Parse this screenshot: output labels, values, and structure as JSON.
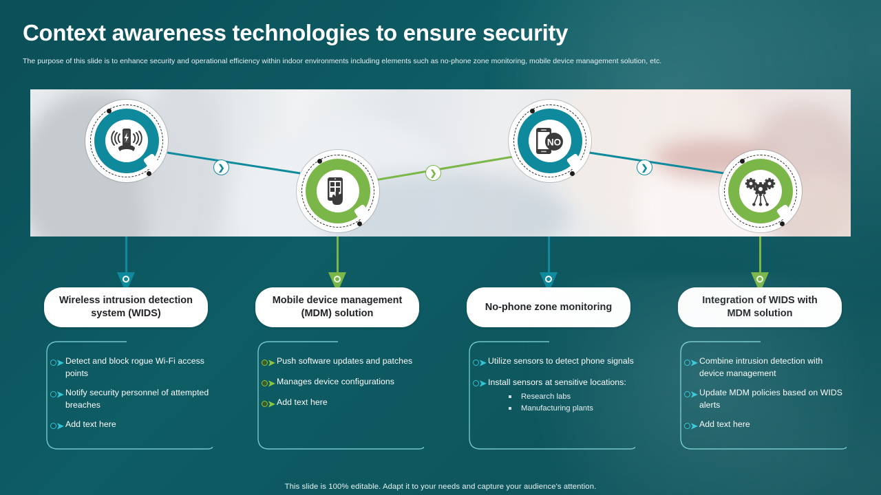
{
  "header": {
    "title": "Context awareness technologies to ensure security",
    "subtitle": "The purpose of this slide is to enhance security and operational efficiency within indoor environments including elements such as no-phone zone monitoring, mobile device management solution, etc."
  },
  "colors": {
    "background_teal": "#0d5b63",
    "accent_teal": "#0f8a9c",
    "accent_green": "#7ab648",
    "bullet_teal": "#2fc6d6",
    "bullet_green": "#8cc63f",
    "card_white": "#ffffff"
  },
  "nodes": [
    {
      "icon": "wireless-charging-phone-icon",
      "color": "#0f8a9c",
      "theme": "teal"
    },
    {
      "icon": "phone-touch-hand-icon",
      "color": "#7ab648",
      "theme": "green"
    },
    {
      "icon": "no-phone-icon",
      "color": "#0f8a9c",
      "theme": "teal"
    },
    {
      "icon": "gears-network-icon",
      "color": "#7ab648",
      "theme": "green"
    }
  ],
  "connectors": [
    {
      "icon": "arrow-right-badge-icon",
      "glyph": "❯",
      "theme": "teal"
    },
    {
      "icon": "arrow-right-badge-icon",
      "glyph": "❯",
      "theme": "green"
    },
    {
      "icon": "arrow-right-badge-icon",
      "glyph": "❯",
      "theme": "teal"
    }
  ],
  "columns": [
    {
      "theme": "teal",
      "title": "Wireless intrusion detection system (WIDS)",
      "bullets": [
        {
          "text": "Detect and block rogue Wi-Fi access points"
        },
        {
          "text": "Notify security personnel of attempted breaches"
        },
        {
          "text": "Add text here"
        }
      ]
    },
    {
      "theme": "green",
      "title": "Mobile device management (MDM) solution",
      "bullets": [
        {
          "text": "Push software updates and patches"
        },
        {
          "text": "Manages device configurations"
        },
        {
          "text": "Add text here"
        }
      ]
    },
    {
      "theme": "teal",
      "title": "No-phone zone monitoring",
      "bullets": [
        {
          "text": "Utilize sensors to detect phone signals"
        },
        {
          "text": "Install sensors at sensitive locations:",
          "sub": [
            "Research labs",
            "Manufacturing plants"
          ]
        }
      ]
    },
    {
      "theme": "green",
      "title": "Integration of WIDS with MDM solution",
      "bullets": [
        {
          "text": "Combine intrusion detection with device management"
        },
        {
          "text": "Update MDM policies based on WIDS alerts"
        },
        {
          "text": "Add text here"
        }
      ]
    }
  ],
  "footer": {
    "note": "This slide is 100% editable. Adapt it to your needs and capture your audience's attention."
  }
}
